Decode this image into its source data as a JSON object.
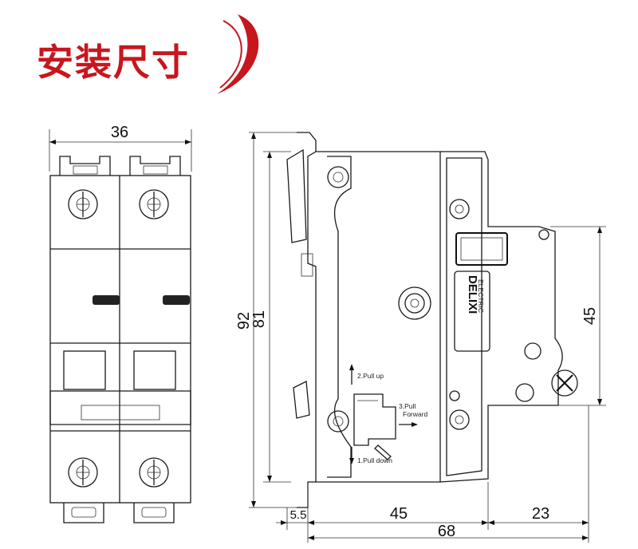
{
  "title": "安装尺寸",
  "accent_color": "#c8161d",
  "front_view": {
    "width_label": "36"
  },
  "side_view": {
    "height_total": "92",
    "height_body": "81",
    "height_front": "45",
    "depth_offset": "5.5",
    "depth_body": "45",
    "depth_front": "23",
    "depth_total": "68",
    "brand": "DELIXI",
    "brand_sub": "ELECTRIC",
    "step1": "1.Pull down",
    "step2": "2.Pull up",
    "step3_line1": "3.Pull",
    "step3_line2": "Forward"
  }
}
